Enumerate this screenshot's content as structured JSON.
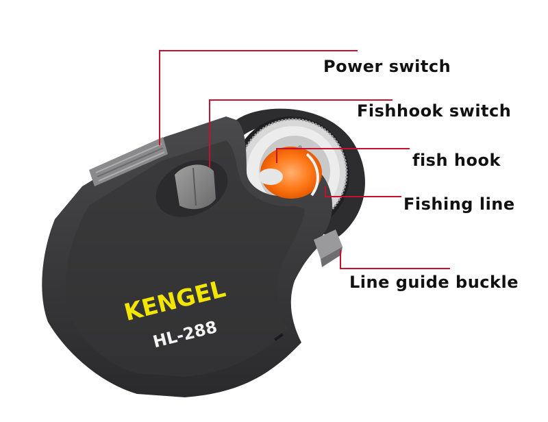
{
  "callouts": {
    "power_switch": "Power switch",
    "fishhook_switch": "Fishhook switch",
    "fish_hook": "fish hook",
    "fishing_line": "Fishing line",
    "line_guide_buckle": "Line guide buckle"
  },
  "device": {
    "brand": "KENGEL",
    "model": "HL-288"
  },
  "colors": {
    "leader_line": "#c8102e",
    "brand_text": "#f2e600",
    "body": "#3a3a3c",
    "accent_orange": "#ff7a1a"
  }
}
